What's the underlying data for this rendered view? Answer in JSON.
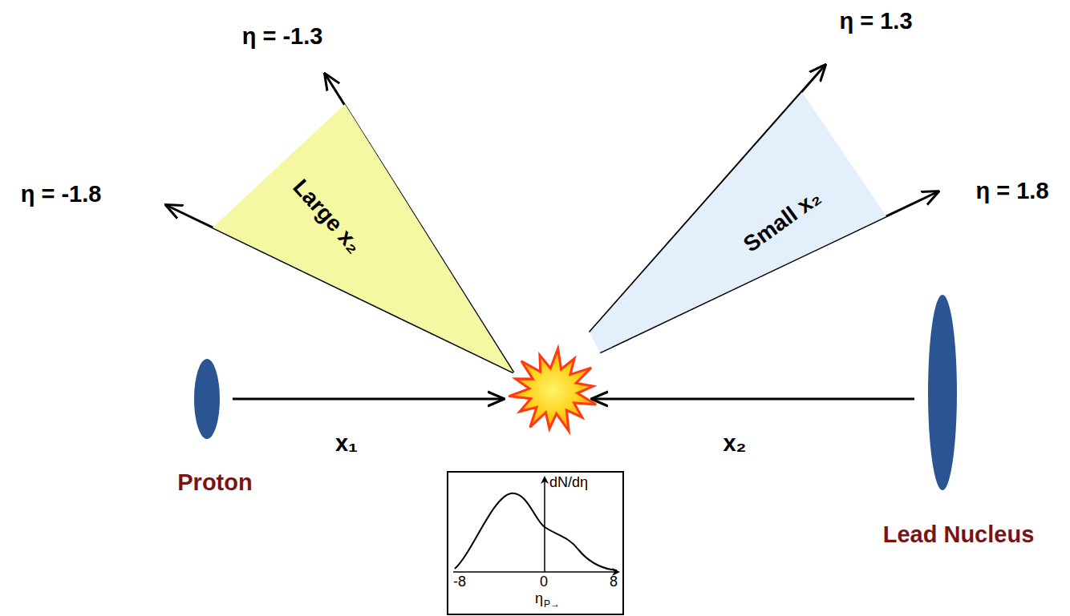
{
  "diagram": {
    "nodes": [
      {
        "text": [
          "Large x₂"
        ]
      },
      {
        "text": [
          "Small x₂"
        ]
      },
      {
        "text": [
          "dN/dη",
          "-8",
          "0",
          "8",
          "η",
          "P→"
        ]
      }
    ],
    "labels": [
      "η = -1.3",
      "η = 1.3",
      "η = -1.8",
      "η = 1.8",
      "x₁",
      "x₂",
      "Proton",
      "Lead Nucleus"
    ]
  }
}
